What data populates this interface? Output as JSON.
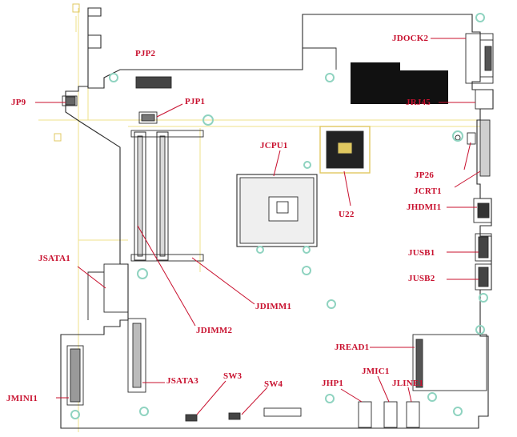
{
  "labels": {
    "jdock2": "JDOCK2",
    "pjp2": "PJP2",
    "jp9": "JP9",
    "pjp1": "PJP1",
    "jrj45": "JRJ45",
    "jcpu1": "JCPU1",
    "jp26": "JP26",
    "jcrt1": "JCRT1",
    "u22": "U22",
    "jhdmi1": "JHDMI1",
    "jsata1": "JSATA1",
    "jusb1": "JUSB1",
    "jusb2": "JUSB2",
    "jdimm1": "JDIMM1",
    "jdimm2": "JDIMM2",
    "jread1": "JREAD1",
    "jmic1": "JMIC1",
    "jsata3": "JSATA3",
    "sw3": "SW3",
    "sw4": "SW4",
    "jhp1": "JHP1",
    "jline1": "JLINE1",
    "jmini1": "JMINI1"
  },
  "colors": {
    "label": "#c8102e",
    "outline": "#2b2b2b",
    "silkscreen": "#e8cf5a",
    "mounting_hole": "#8fd3c0",
    "leader": "#c8102e"
  }
}
